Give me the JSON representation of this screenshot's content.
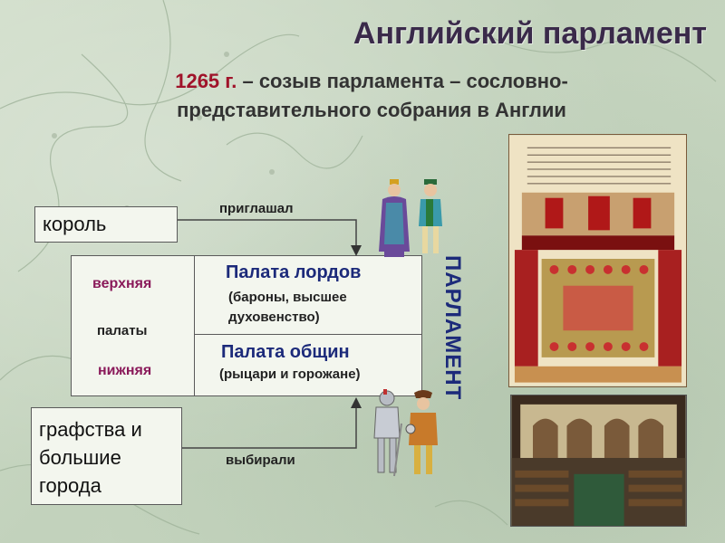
{
  "title": "Английский парламент",
  "subtitle": {
    "year": "1265 г.",
    "line1_rest": " – созыв парламента – сословно-",
    "line2": "представительного собрания в Англии"
  },
  "diagram": {
    "king": "король",
    "invited": "приглашал",
    "upper": "верхняя",
    "chambers": "палаты",
    "lower": "нижняя",
    "lords_title": "Палата лордов",
    "lords_desc": "(бароны, высшее духовенство)",
    "commons_title": "Палата общин",
    "commons_desc": "(рыцари и горожане)",
    "counties": "графства и большие города",
    "elected": "выбирали",
    "parliament_vertical": "ПАРЛАМЕНТ"
  },
  "colors": {
    "title": "#3a2a4a",
    "year": "#a0132a",
    "house_titles": "#1c2a7a",
    "chamber_labels": "#8a1a5a",
    "box_fill": "#f3f6ee"
  },
  "images": {
    "medieval_manuscript": "parliament-manuscript-illustration",
    "modern_chamber": "parliament-chamber-photo",
    "king_and_noble": "king-and-noble-figures",
    "knight_and_townsman": "knight-and-townsman-figures"
  }
}
